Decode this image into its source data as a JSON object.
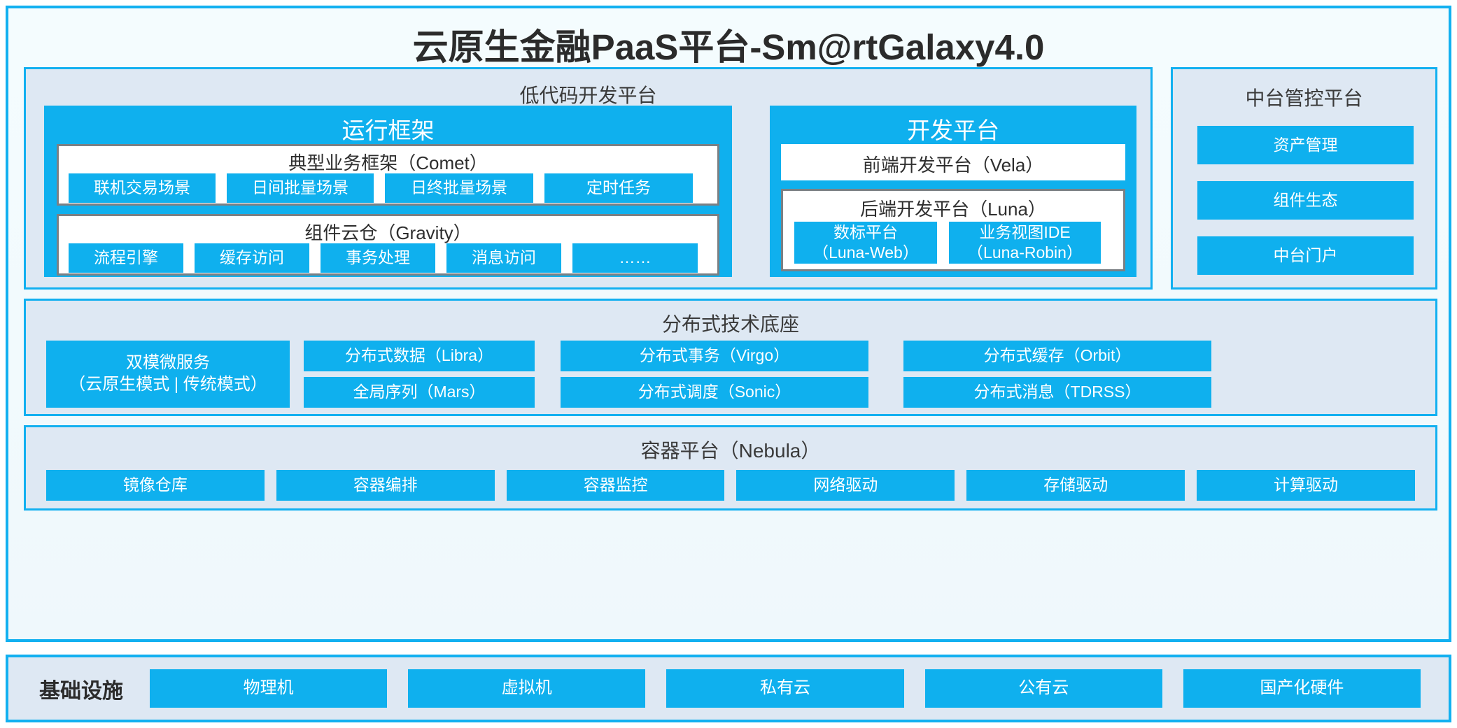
{
  "title": "云原生金融PaaS平台-Sm@rtGalaxy4.0",
  "lowcode": {
    "title": "低代码开发平台",
    "runtime": {
      "title": "运行框架",
      "comet": {
        "title": "典型业务框架（Comet）",
        "items": [
          "联机交易场景",
          "日间批量场景",
          "日终批量场景",
          "定时任务"
        ]
      },
      "gravity": {
        "title": "组件云仓（Gravity）",
        "items": [
          "流程引擎",
          "缓存访问",
          "事务处理",
          "消息访问",
          "……"
        ]
      }
    },
    "devplatform": {
      "title": "开发平台",
      "frontend": "前端开发平台（Vela）",
      "backend": {
        "title": "后端开发平台（Luna）",
        "items": [
          "数标平台\n（Luna-Web）",
          "业务视图IDE\n（Luna-Robin）"
        ]
      }
    }
  },
  "midplatform": {
    "title": "中台管控平台",
    "items": [
      "资产管理",
      "组件生态",
      "中台门户"
    ]
  },
  "foundation": {
    "title": "分布式技术底座",
    "microservice": "双模微服务\n（云原生模式 | 传统模式）",
    "grid": [
      [
        "分布式数据（Libra）",
        "分布式事务（Virgo）",
        "分布式缓存（Orbit）"
      ],
      [
        "全局序列（Mars）",
        "分布式调度（Sonic）",
        "分布式消息（TDRSS）"
      ]
    ]
  },
  "container": {
    "title": "容器平台（Nebula）",
    "items": [
      "镜像仓库",
      "容器编排",
      "容器监控",
      "网络驱动",
      "存储驱动",
      "计算驱动"
    ]
  },
  "infrastructure": {
    "label": "基础设施",
    "items": [
      "物理机",
      "虚拟机",
      "私有云",
      "公有云",
      "国产化硬件"
    ]
  },
  "colors": {
    "accent": "#0FB0EE",
    "border": "#12B0F0",
    "panel": "#DEE8F3",
    "grey_border": "#7B8084",
    "text": "#2B2B2B"
  }
}
